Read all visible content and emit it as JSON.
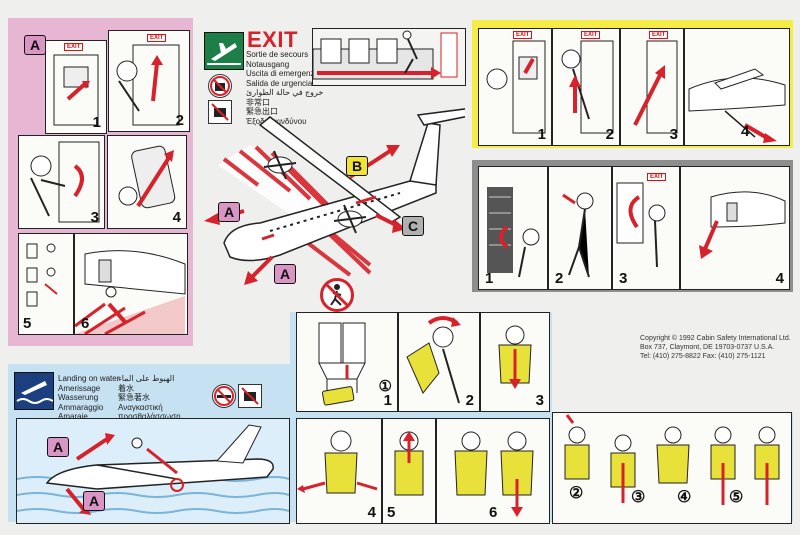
{
  "exit": {
    "title": "EXIT",
    "languages": [
      "Sortie de secours",
      "Notausgang",
      "Uscita di emergenza",
      "Salida de urgencia",
      "خروج في حالة الطوارئ",
      "非常口",
      "緊急出口",
      "Έξοδος κινδύνου"
    ]
  },
  "panel_a": {
    "label": "A",
    "steps": [
      "1",
      "2",
      "3",
      "4",
      "5",
      "6"
    ],
    "exit_sign": "EXIT"
  },
  "panel_b": {
    "label": "B",
    "steps": [
      "1",
      "2",
      "3",
      "4"
    ],
    "exit_sign": "EXIT"
  },
  "panel_c": {
    "label": "C",
    "steps": [
      "1",
      "2",
      "3",
      "4"
    ],
    "exit_sign": "EXIT"
  },
  "plane_labels": {
    "a_left": "A",
    "a_bottom": "A",
    "b": "B",
    "c": "C"
  },
  "copyright": {
    "line1": "Copyright © 1992 Cabin Safety International Ltd.",
    "line2": "Box 737, Claymont, DE 19703-0737 U.S.A.",
    "line3": "Tel: (410) 275-8822     Fax: (410) 275-1121"
  },
  "water": {
    "languages": [
      "Landing on water",
      "Amerissage",
      "Wasserung",
      "Ammaraggio",
      "Amaraje"
    ],
    "languages_right": [
      "الهبوط على الماء",
      "着水",
      "緊急著水",
      "Αναγκαστική",
      "προσθαλάσσωση"
    ],
    "ditch_labels": [
      "A",
      "A"
    ]
  },
  "vest": {
    "steps": [
      "①",
      "1",
      "2",
      "3",
      "4",
      "5",
      "6"
    ],
    "child_steps": [
      "②",
      "③",
      "④",
      "⑤"
    ]
  },
  "colors": {
    "pink": "#e7b6d2",
    "yellow": "#f6ec46",
    "grey": "#8e8e8e",
    "blue": "#c6e1f1",
    "red": "#d7222b",
    "green": "#1c7f47",
    "vest": "#e8e13a"
  }
}
